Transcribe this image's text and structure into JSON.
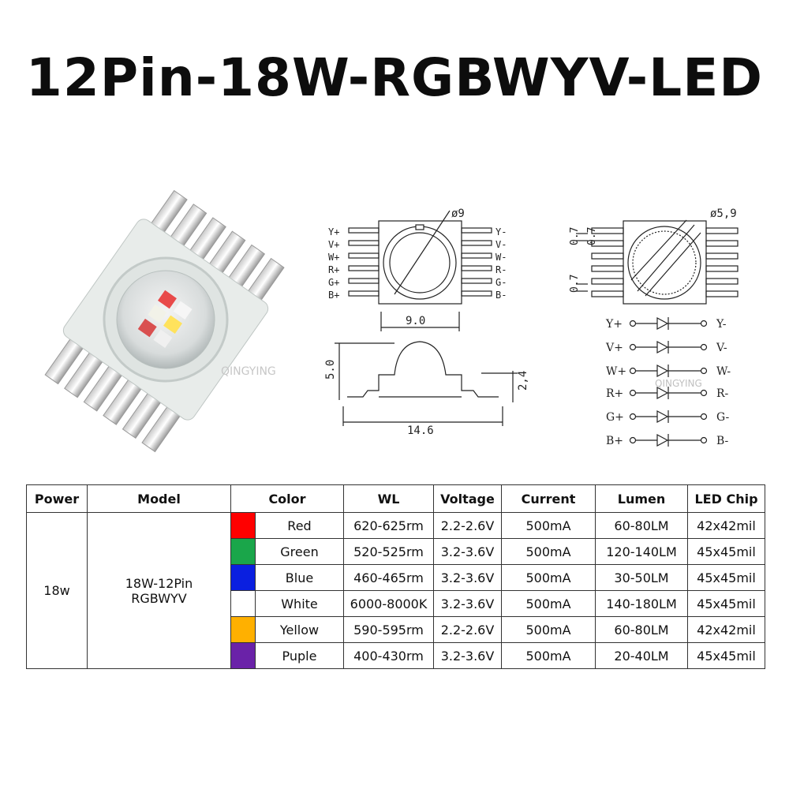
{
  "title": "12Pin-18W-RGBWYV-LED",
  "watermark": "QINGYING",
  "drawing": {
    "dia_outer": "ø9",
    "dia_inner": "ø5,9",
    "width": "9.0",
    "length": "14.6",
    "height": "5.0",
    "base_height": "2,4",
    "pitch": "0.7",
    "left_pins": [
      "Y+",
      "V+",
      "W+",
      "R+",
      "G+",
      "B+"
    ],
    "right_pins": [
      "Y-",
      "V-",
      "W-",
      "R-",
      "G-",
      "B-"
    ],
    "schem_left": [
      "Y+",
      "V+",
      "W+",
      "R+",
      "G+",
      "B+"
    ],
    "schem_right": [
      "Y-",
      "V-",
      "W-",
      "R-",
      "G-",
      "B-"
    ]
  },
  "table": {
    "headers": [
      "Power",
      "Model",
      "Color",
      "WL",
      "Voltage",
      "Current",
      "Lumen",
      "LED Chip"
    ],
    "power": "18w",
    "model_line1": "18W-12Pin",
    "model_line2": "RGBWYV",
    "rows": [
      {
        "color": "Red",
        "swatch": "#ff0000",
        "wl": "620-625rm",
        "voltage": "2.2-2.6V",
        "current": "500mA",
        "lumen": "60-80LM",
        "chip": "42x42mil"
      },
      {
        "color": "Green",
        "swatch": "#1aa64a",
        "wl": "520-525rm",
        "voltage": "3.2-3.6V",
        "current": "500mA",
        "lumen": "120-140LM",
        "chip": "45x45mil"
      },
      {
        "color": "Blue",
        "swatch": "#0a1fe0",
        "wl": "460-465rm",
        "voltage": "3.2-3.6V",
        "current": "500mA",
        "lumen": "30-50LM",
        "chip": "45x45mil"
      },
      {
        "color": "White",
        "swatch": "#ffffff",
        "wl": "6000-8000K",
        "voltage": "3.2-3.6V",
        "current": "500mA",
        "lumen": "140-180LM",
        "chip": "45x45mil"
      },
      {
        "color": "Yellow",
        "swatch": "#ffb000",
        "wl": "590-595rm",
        "voltage": "2.2-2.6V",
        "current": "500mA",
        "lumen": "60-80LM",
        "chip": "42x42mil"
      },
      {
        "color": "Puple",
        "swatch": "#6a22a8",
        "wl": "400-430rm",
        "voltage": "3.2-3.6V",
        "current": "500mA",
        "lumen": "20-40LM",
        "chip": "45x45mil"
      }
    ]
  }
}
